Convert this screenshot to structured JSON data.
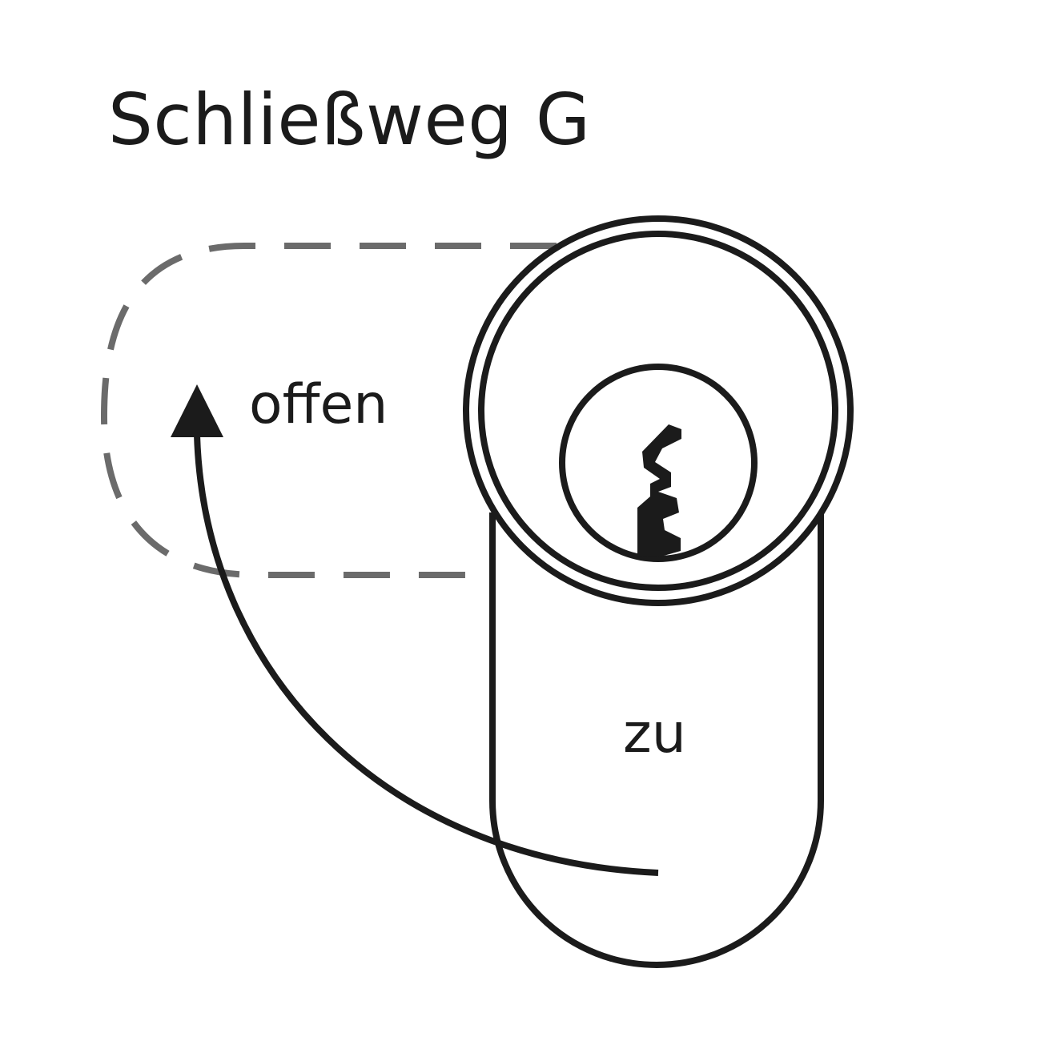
{
  "title": "Schließweg G",
  "labels": {
    "open": "offen",
    "closed": "zu"
  },
  "colors": {
    "line": "#1b1b1b",
    "dashed": "#6b6b6b",
    "background": "#ffffff"
  },
  "icons": {
    "cylinder": "lock-cylinder-icon",
    "keyway": "keyway-icon",
    "arrow": "rotation-arrow-icon"
  }
}
